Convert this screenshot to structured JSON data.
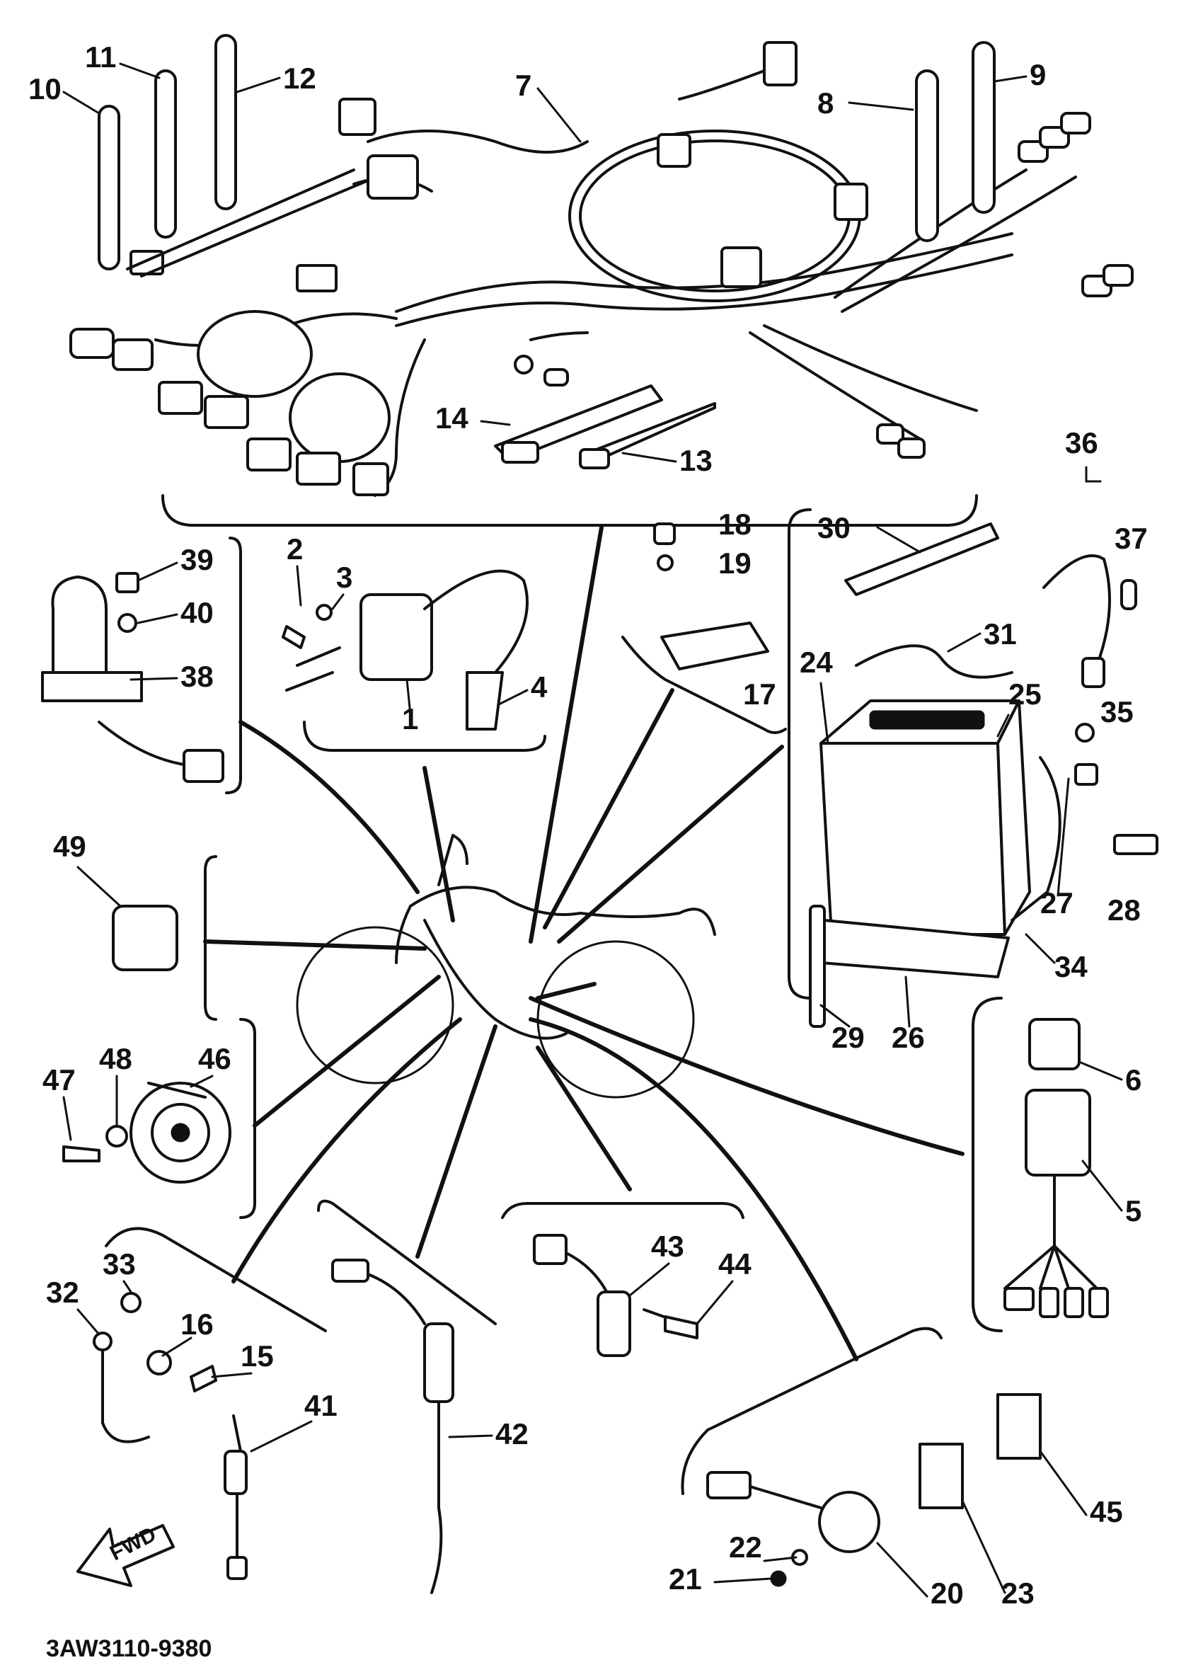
{
  "callouts": {
    "c1": "1",
    "c2": "2",
    "c3": "3",
    "c4": "4",
    "c5": "5",
    "c6": "6",
    "c7": "7",
    "c8": "8",
    "c9": "9",
    "c10": "10",
    "c11": "11",
    "c12": "12",
    "c13": "13",
    "c14": "14",
    "c15": "15",
    "c16": "16",
    "c17": "17",
    "c18": "18",
    "c19": "19",
    "c20": "20",
    "c21": "21",
    "c22": "22",
    "c23": "23",
    "c24": "24",
    "c25": "25",
    "c26": "26",
    "c27": "27",
    "c28": "28",
    "c29": "29",
    "c30": "30",
    "c31": "31",
    "c32": "32",
    "c33": "33",
    "c34": "34",
    "c35": "35",
    "c36": "36",
    "c37": "37",
    "c38": "38",
    "c39": "39",
    "c40": "40",
    "c41": "41",
    "c42": "42",
    "c43": "43",
    "c44": "44",
    "c45": "45",
    "c46": "46",
    "c47": "47",
    "c48": "48",
    "c49": "49"
  },
  "direction_arrow": "FWD",
  "drawing_code": "3AW3110-9380"
}
